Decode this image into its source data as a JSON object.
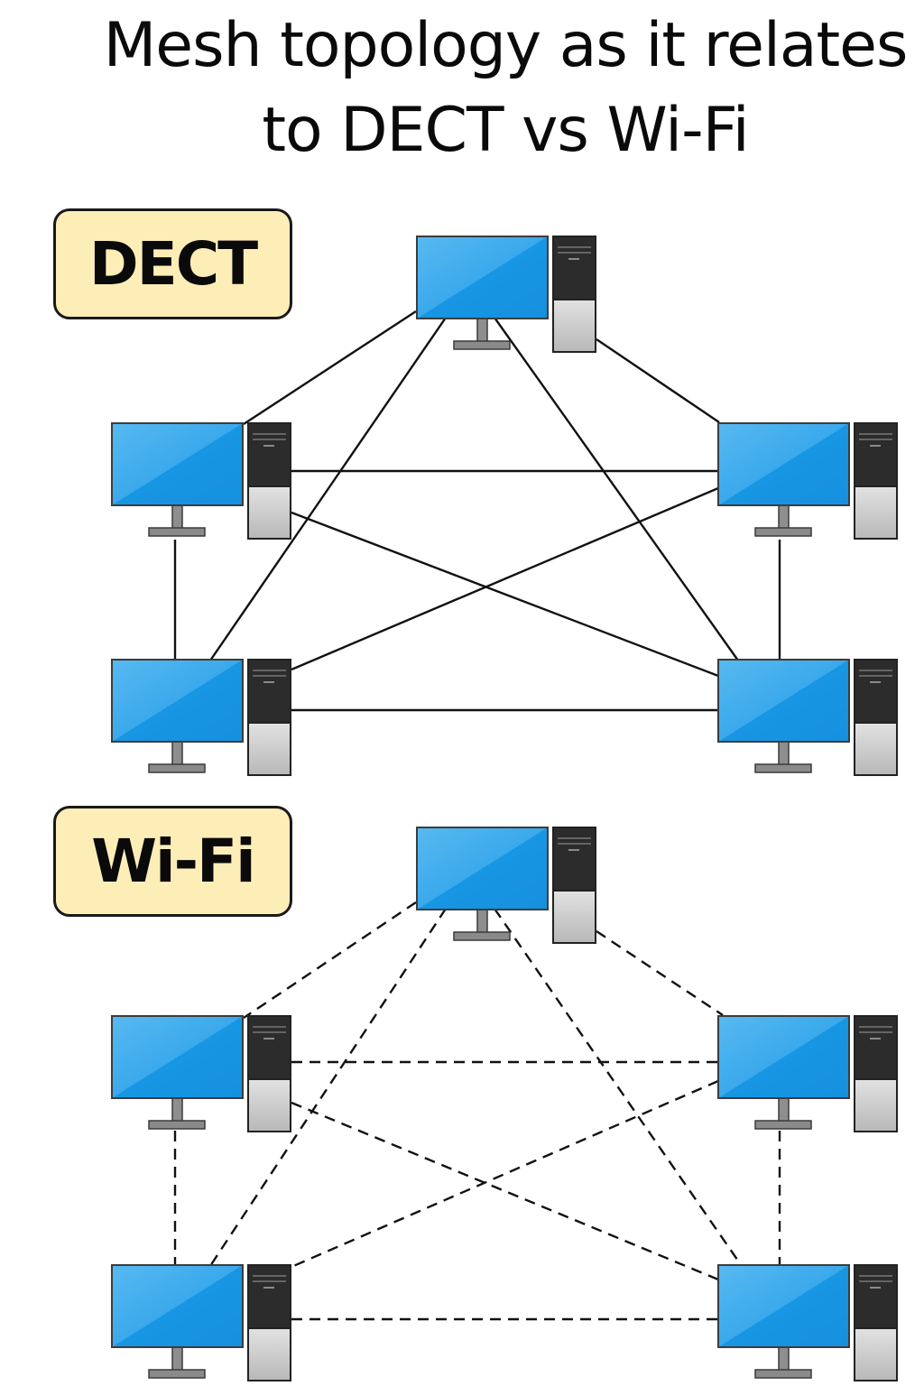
{
  "title": {
    "line1": "Mesh topology as it relates",
    "line2": "to DECT vs Wi-Fi"
  },
  "sections": {
    "dect": {
      "label": "DECT",
      "link_style": "solid"
    },
    "wifi": {
      "label": "Wi-Fi",
      "link_style": "dashed"
    }
  },
  "colors": {
    "screen": "#1a9be6",
    "screen_highlight": "#4fb3ee",
    "tower": "#2c2c2c",
    "tower_lower": "#d0d0d0",
    "label_fill": "#fdeeb8",
    "link": "#111111"
  },
  "icons": {
    "computer": "desktop-computer-icon"
  }
}
